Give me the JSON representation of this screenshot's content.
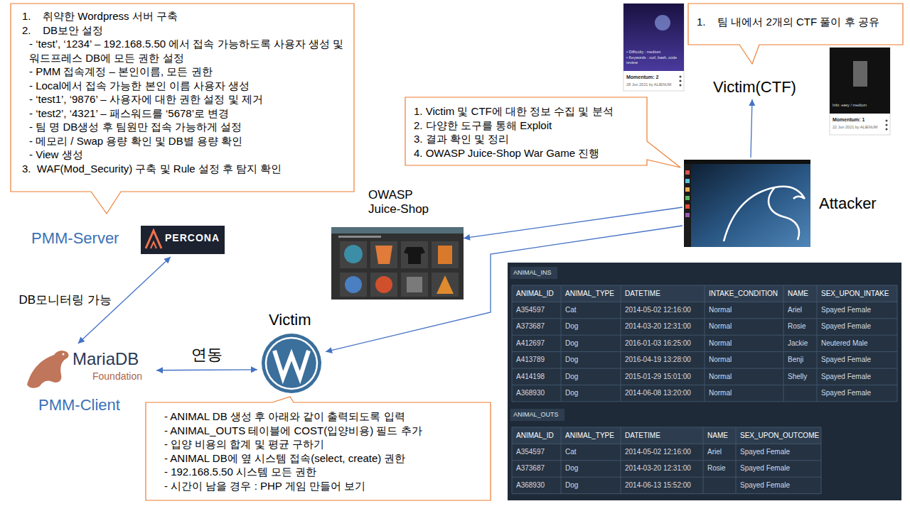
{
  "diagram": {
    "nodes": [
      {
        "text": [
          "1.    취약한 Wordpress 서버 구축",
          "2.    DB보안 설정",
          "- ‘test’, ‘1234’ – 192.168.5.50 에서 접속 가능하도록 사용자 생성 및 워드프레스 DB에 모든 권한 설정",
          "- PMM 접속계정 – 본인이름, 모든 권한",
          "- Local에서 접속 가능한 본인 이름 사용자 생성",
          "- ‘test1’, ‘9876’ – 사용자에 대한 권한 설정 및 제거",
          "- ‘test2’, ‘4321’ – 패스워드를 ‘5678’로 변경",
          "- 팀 명 DB생성 후 팀원만 접속 가능하게 설정",
          "- 메모리 / Swap 용량 확인 및 DB별 용량 확인",
          "- View 생성",
          "3.  WAF(Mod_Security) 구축 및 Rule 설정 후 탐지 확인"
        ]
      },
      {
        "text": [
          "PMM-Server",
          "PERCONA"
        ]
      },
      {
        "text": [
          "MariaDB",
          "Foundation",
          "PMM-Client"
        ]
      },
      {
        "text": [
          "Victim"
        ]
      },
      {
        "text": [
          "- ANIMAL DB 생성 후 아래와 같이 출력되도록 입력",
          "- ANIMAL_OUTS 테이블에 COST(입양비용) 필드 추가",
          "- 입양 비용의 합계 및 평균 구하기",
          "- ANIMAL DB에 옆 시스템 접속(select, create) 권한",
          "- 192.168.5.50 시스템 모든 권한",
          "- 시간이 남을 경우 : PHP 게임 만들어 보기"
        ]
      },
      {
        "text": [
          "OWASP Juice-Shop"
        ]
      },
      {
        "text": [
          "Attacker"
        ]
      },
      {
        "text": [
          "1. Victim 및 CTF에 대한 정보 수집 및 분석",
          "2. 다양한 도구를 통해 Exploit",
          "3. 결과 확인 및 정리",
          "4. OWASP Juice-Shop War Game 진행"
        ]
      },
      {
        "text": [
          "Victim(CTF)"
        ]
      },
      {
        "text": [
          "1.    팀 내에서 2개의 CTF 풀이 후 공유"
        ]
      }
    ],
    "edges": [
      {
        "from": 1,
        "to": 2,
        "arrow": "both",
        "label": "DB모니터링 가능"
      },
      {
        "from": 2,
        "to": 3,
        "arrow": "both",
        "label": "연동"
      },
      {
        "from": 6,
        "to": 5,
        "arrow": "to"
      },
      {
        "from": 6,
        "to": 3,
        "arrow": "to"
      },
      {
        "from": 6,
        "to": 8,
        "arrow": "to"
      }
    ],
    "labels": [
      "ANIMAL_INS",
      "ANIMAL_ID",
      "ANIMAL_TYPE",
      "DATETIME",
      "INTAKE_CONDITION",
      "NAME",
      "SEX_UPON_INTAKE",
      "A354597",
      "Cat",
      "2014-05-02 12:16:00",
      "Normal",
      "Ariel",
      "Spayed Female",
      "A373687",
      "Dog",
      "2014-03-20 12:31:00",
      "Normal",
      "Rosie",
      "Spayed Female",
      "A412697",
      "Dog",
      "2016-01-03 16:25:00",
      "Normal",
      "Jackie",
      "Neutered Male",
      "A413789",
      "Dog",
      "2016-04-19 13:28:00",
      "Normal",
      "Benji",
      "Spayed Female",
      "A414198",
      "Dog",
      "2015-01-29 15:01:00",
      "Normal",
      "Shelly",
      "Spayed Female",
      "A368930",
      "Dog",
      "2014-06-08 13:20:00",
      "Normal",
      "Spayed Female",
      "ANIMAL_OUTS",
      "ANIMAL_ID",
      "ANIMAL_TYPE",
      "DATETIME",
      "NAME",
      "SEX_UPON_OUTCOME",
      "A354597",
      "Cat",
      "2014-05-02 12:16:00",
      "Ariel",
      "Spayed Female",
      "A373687",
      "Dog",
      "2014-03-20 12:31:00",
      "Rosie",
      "Spayed Female",
      "A368930",
      "Dog",
      "2014-06-13 15:52:00",
      "Spayed Female",
      "• Difficulty : medium",
      "• Keywords : curl, bash, code review",
      "Momentum: 2",
      "28 Jun 2021 by ALIENUM",
      "Info: easy / medium",
      "Momentum: 1",
      "22 Jun 2021 by ALIENUM"
    ]
  }
}
